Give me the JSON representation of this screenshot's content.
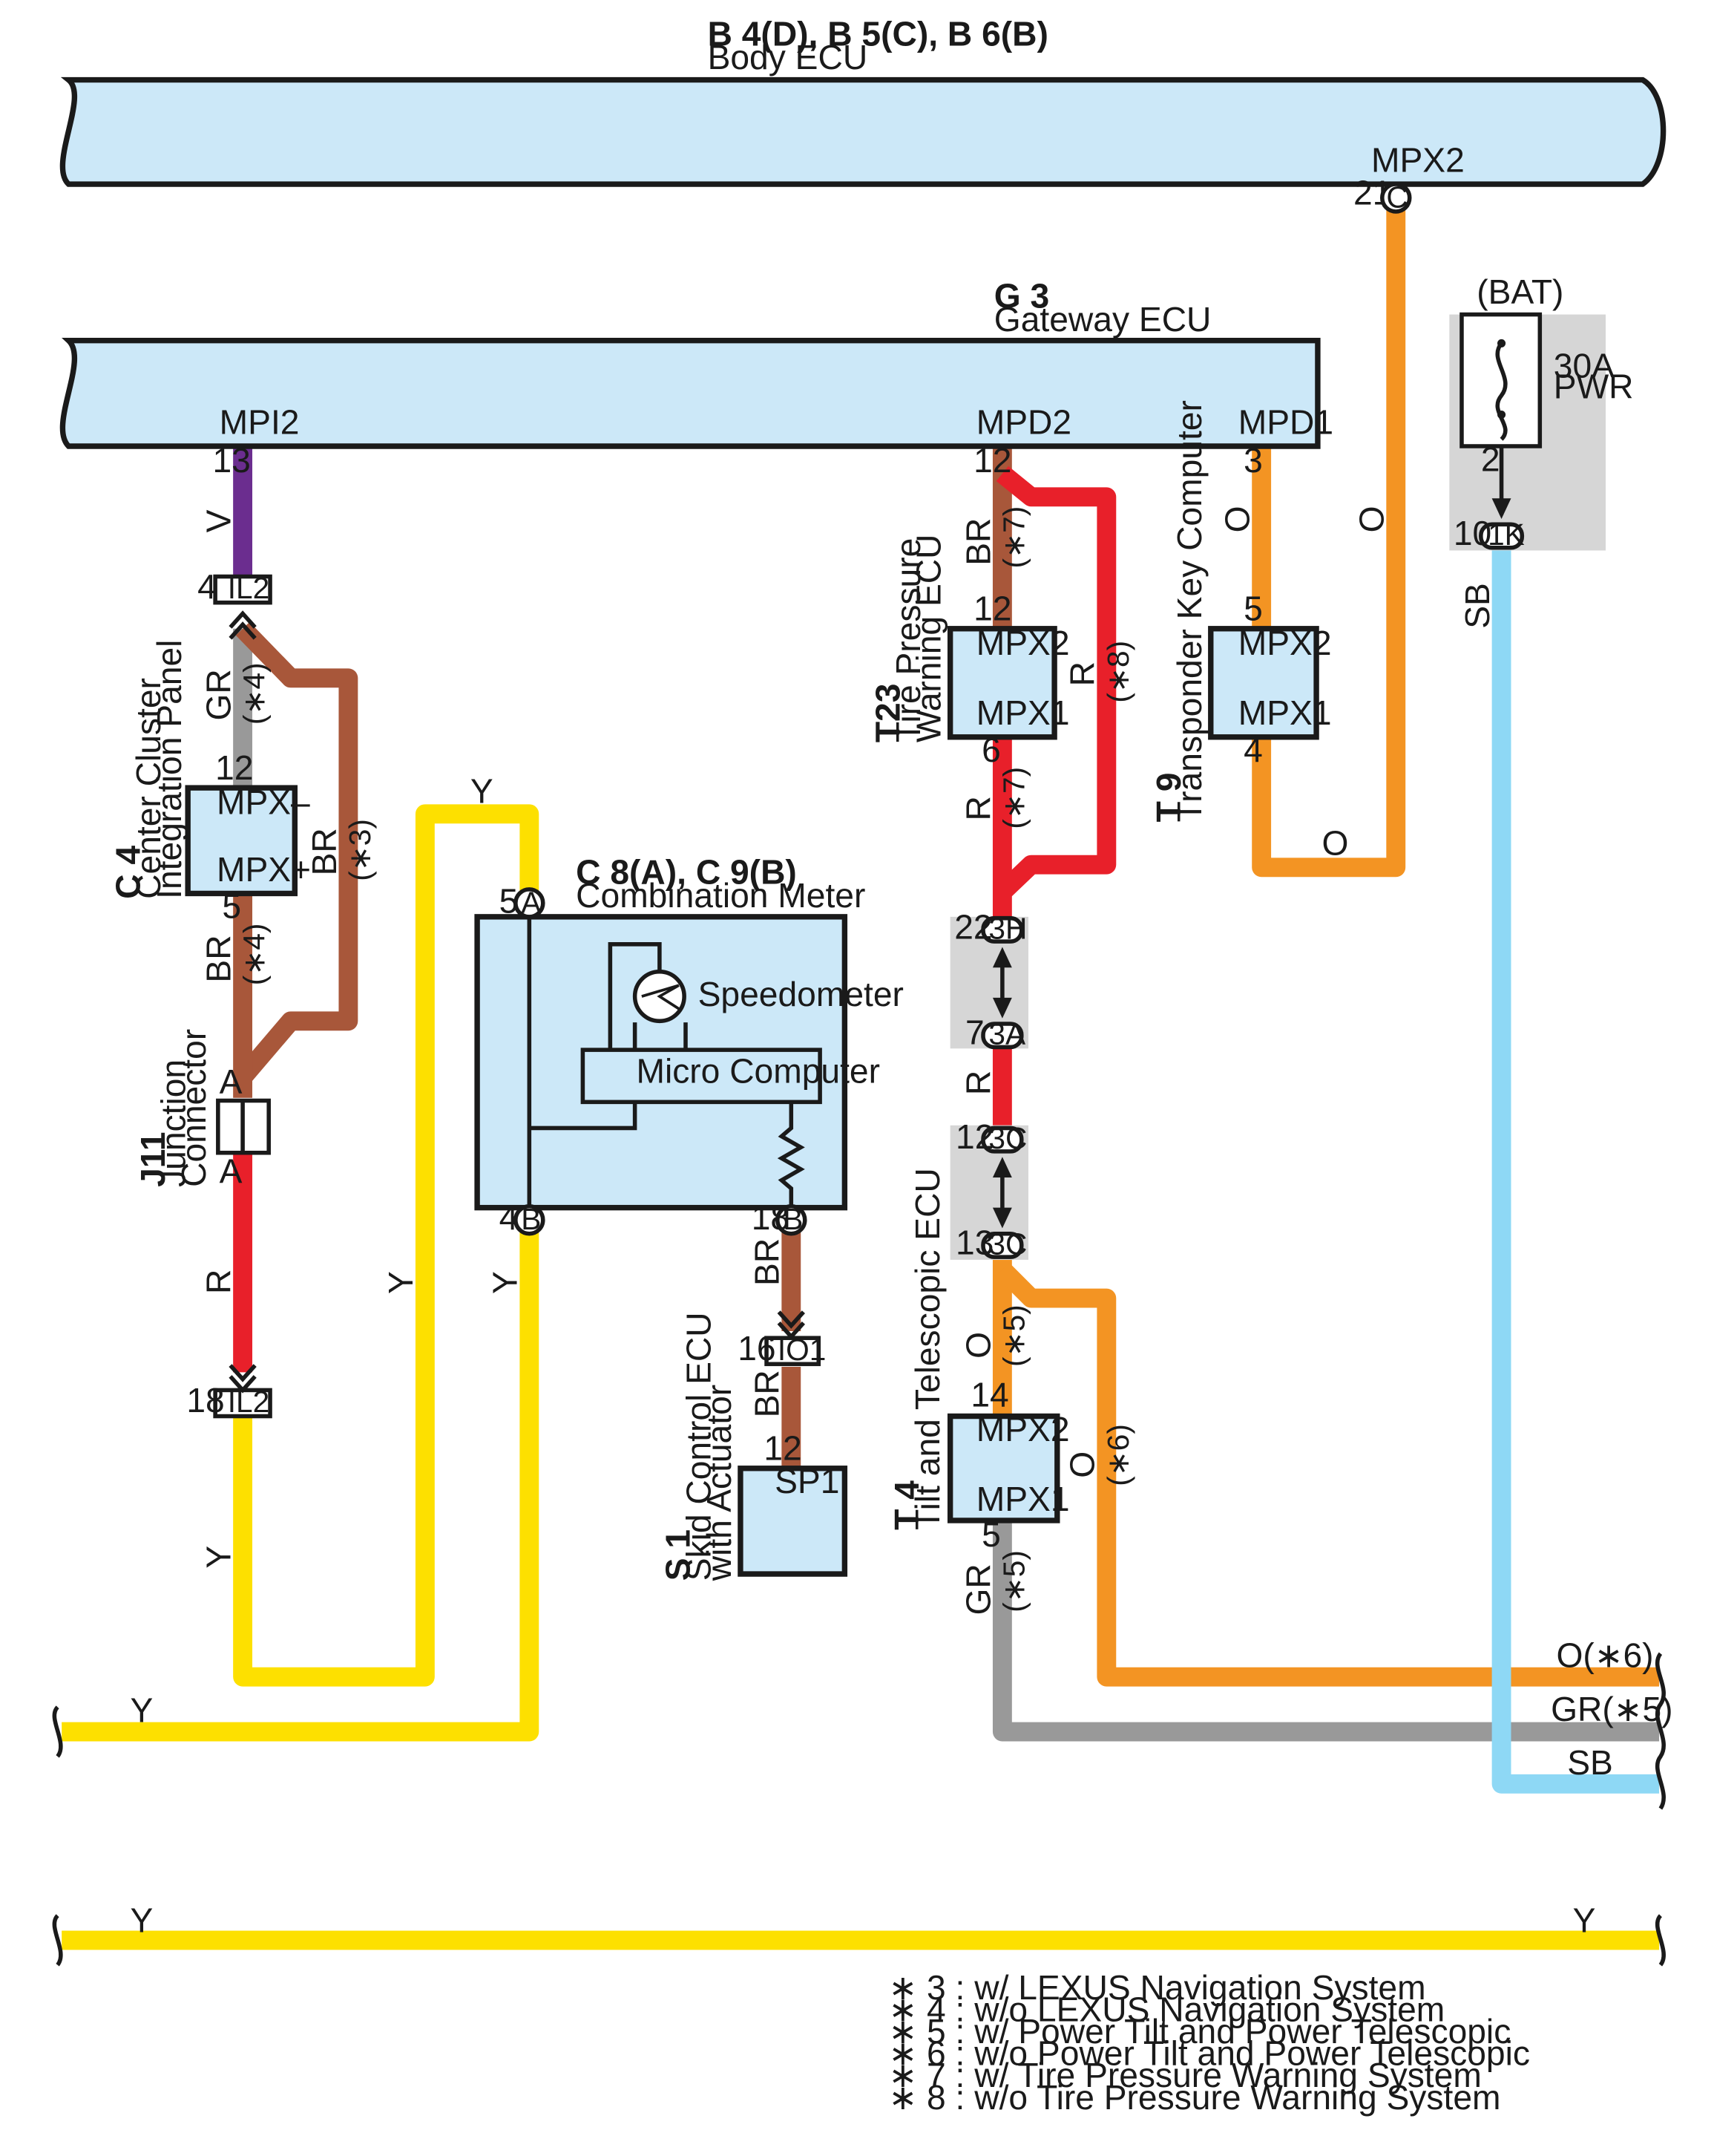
{
  "body_ecu": {
    "code": "B 4(D), B 5(C), B 6(B)",
    "name": "Body ECU",
    "pin_name": "MPX2",
    "pin_no": "21",
    "conn": "C"
  },
  "gateway": {
    "code": "G 3",
    "name": "Gateway ECU",
    "pins": [
      "MPI2",
      "MPD2",
      "MPD1"
    ],
    "pin_nos": [
      "13",
      "12",
      "3"
    ]
  },
  "fuse": {
    "src": "(BAT)",
    "rating": "30A",
    "name": "PWR",
    "pin": "2",
    "conn_no": "10",
    "conn": "1K"
  },
  "cluster": {
    "code": "C 4",
    "name1": "Center Cluster",
    "name2": "Integration Panel",
    "pin_top": "MPX–",
    "pin_bot": "MPX+",
    "no_top": "12",
    "no_bot": "5"
  },
  "junction": {
    "code": "J11",
    "name1": "Junction",
    "name2": "Connector",
    "pin_a": "A"
  },
  "meter": {
    "code": "C 8(A), C 9(B)",
    "name": "Combination Meter",
    "speedometer": "Speedometer",
    "micro": "Micro Computer",
    "pin5": "5",
    "pin4": "4",
    "pin18": "18",
    "conn_a": "A",
    "conn_b": "B"
  },
  "skid": {
    "code": "S 1",
    "name1": "Skid Control ECU",
    "name2": "with Actuator",
    "pin": "SP1",
    "pin_no": "12"
  },
  "tire": {
    "code": "T23",
    "name1": "Tire Pressure",
    "name2": "Warning ECU",
    "pin_top": "MPX2",
    "pin_bot": "MPX1",
    "no_top": "12",
    "no_bot": "6"
  },
  "transponder": {
    "code": "T 9",
    "name": "Transponder Key Computer",
    "pin_top": "MPX2",
    "pin_bot": "MPX1",
    "no_top": "5",
    "no_bot": "4"
  },
  "tilt": {
    "code": "T 4",
    "name": "Tilt and Telescopic ECU",
    "pin_top": "MPX2",
    "pin_bot": "MPX1",
    "no_top": "14",
    "no_bot": "5"
  },
  "connectors": {
    "il2": "IL2",
    "il2_top_no": "4",
    "il2_bot_no": "18",
    "io1": "IO1",
    "io1_no": "16",
    "c3h": "3H",
    "c3h_no": "22",
    "c3a": "3A",
    "c3a_no": "7",
    "c3c1": "3C",
    "c3c1_no": "12",
    "c3c2": "3C",
    "c3c2_no": "13"
  },
  "wire_labels": {
    "v": "V",
    "gr": "GR",
    "br": "BR",
    "r": "R",
    "y": "Y",
    "o": "O",
    "sb": "SB",
    "n3": "(∗3)",
    "n4": "(∗4)",
    "n5": "(∗5)",
    "n6": "(∗6)",
    "n7": "(∗7)",
    "n8": "(∗8)",
    "o6": "O(∗6)",
    "gr5": "GR(∗5)"
  },
  "colors": {
    "orange": "#f39423",
    "red": "#e8202a",
    "brown": "#a8573a",
    "yellow": "#fde000",
    "gray": "#999999",
    "purple": "#6b2d8f",
    "sky": "#8ed8f5",
    "ecu": "#cce8f8"
  },
  "notes": [
    "∗ 3 : w/ LEXUS Navigation System",
    "∗ 4 : w/o LEXUS Navigation System",
    "∗ 5 : w/ Power Tilt and Power Telescopic",
    "∗ 6 : w/o Power Tilt and Power Telescopic",
    "∗ 7 : w/ Tire Pressure Warning System",
    "∗ 8 : w/o Tire Pressure Warning System"
  ]
}
